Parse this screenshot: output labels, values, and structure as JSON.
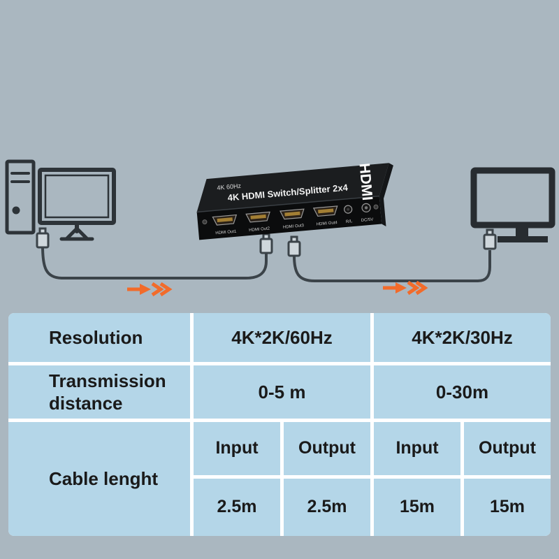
{
  "colors": {
    "background": "#aab7c0",
    "table_cell": "#b4d6e8",
    "grid_line": "#ffffff",
    "text": "#1a1a1a",
    "arrow_orange": "#f26b2a",
    "device_black": "#0b0c0d"
  },
  "device": {
    "brand": "HDMI",
    "model_label": "4K HDMI Switch/Splitter 2x4",
    "badge": "4K 60Hz",
    "ports": [
      "HDMI Out1",
      "HDMI Out2",
      "HDMI Out3",
      "HDMI Out4"
    ],
    "audio_port_label": "R/L",
    "power_port_label": "DC/5V"
  },
  "table": {
    "resolution": {
      "label": "Resolution",
      "left": "4K*2K/60Hz",
      "right": "4K*2K/30Hz"
    },
    "transmission": {
      "label": "Transmission distance",
      "left": "0-5 m",
      "right": "0-30m"
    },
    "cable": {
      "label": "Cable lenght",
      "headers": [
        "Input",
        "Output",
        "Input",
        "Output"
      ],
      "values": [
        "2.5m",
        "2.5m",
        "15m",
        "15m"
      ]
    }
  }
}
